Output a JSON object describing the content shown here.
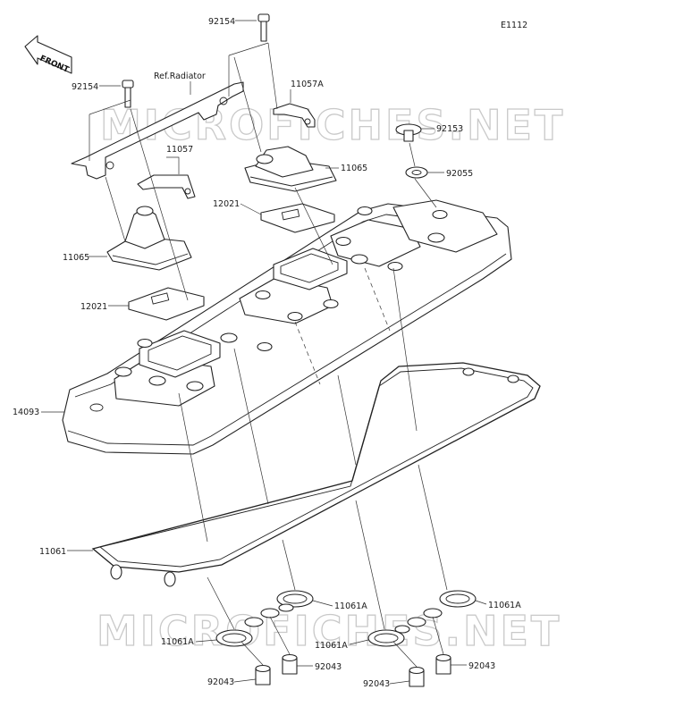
{
  "diagram_code": "E1112",
  "watermark": "MICROFICHES.NET",
  "front_label": "FRONT",
  "ref_label": "Ref.Radiator",
  "parts": {
    "p92154_top": "92154",
    "p92154_left": "92154",
    "p11057A": "11057A",
    "p11057": "11057",
    "p11065_right": "11065",
    "p11065_left": "11065",
    "p92153": "92153",
    "p92055": "92055",
    "p12021_upper": "12021",
    "p12021_lower": "12021",
    "p14093": "14093",
    "p11061": "11061",
    "p11061A_mid": "11061A",
    "p11061A_left": "11061A",
    "p11061A_center": "11061A",
    "p11061A_right": "11061A",
    "p92043_left": "92043",
    "p92043_mid": "92043",
    "p92043_center": "92043",
    "p92043_right": "92043"
  }
}
